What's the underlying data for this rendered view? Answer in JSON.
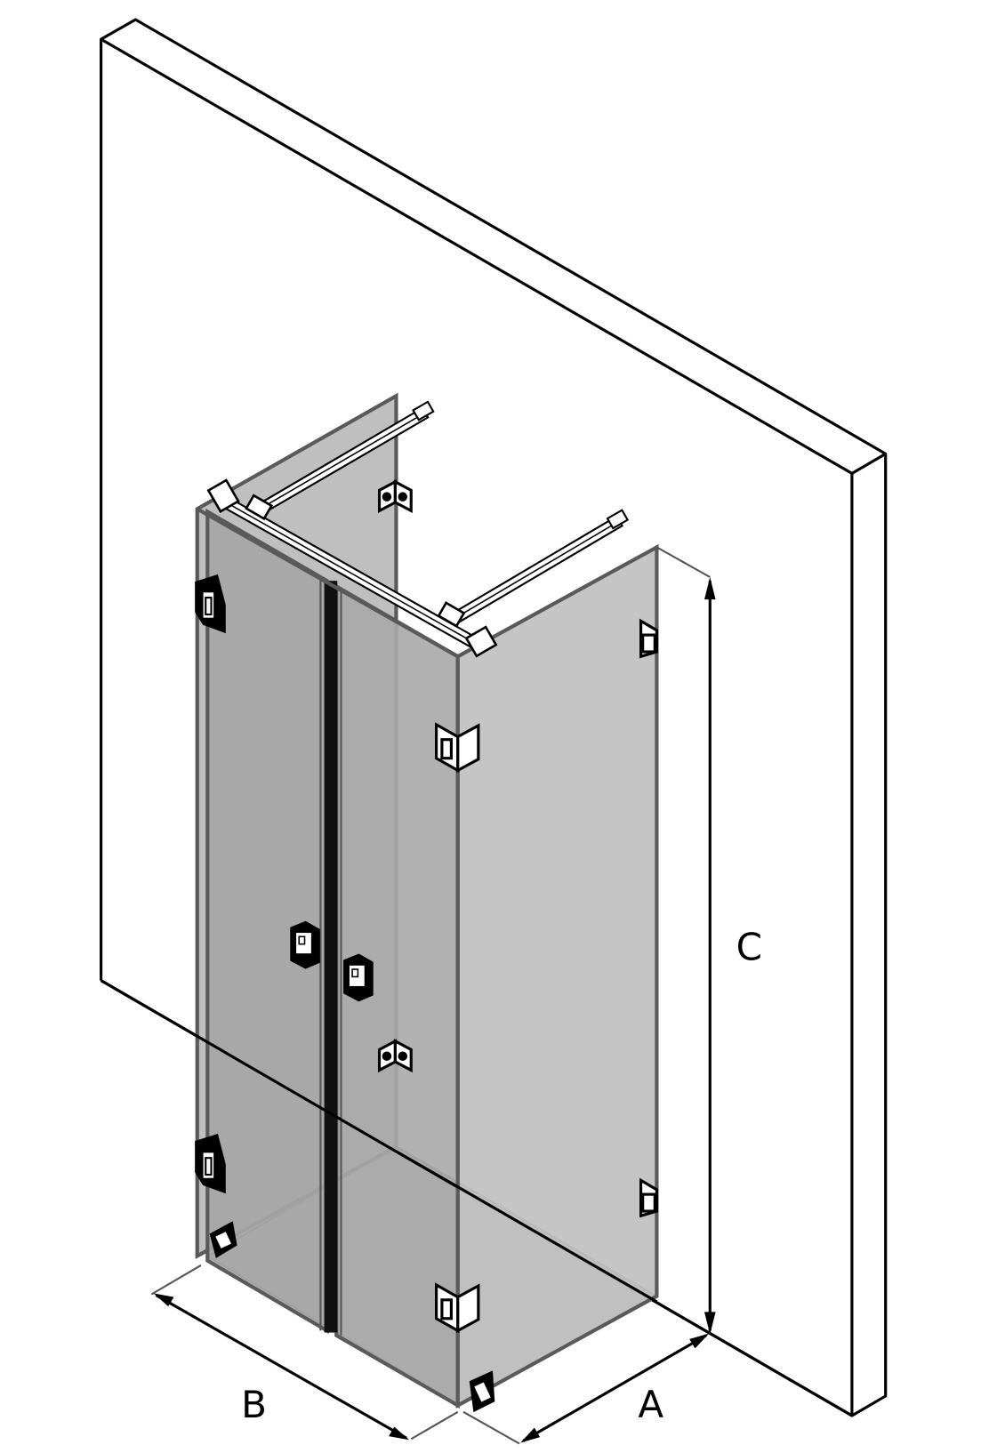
{
  "diagram": {
    "title": "Shower enclosure isometric dimension drawing",
    "colors": {
      "background": "#ffffff",
      "outline": "#000000",
      "glass_back": "#a9a9a9",
      "glass_front": "#bfbfbf",
      "glass_edge": "#5a5a5a",
      "floor": "#c4c4c4"
    },
    "dimensions": {
      "A": {
        "label": "A",
        "meaning": "depth"
      },
      "B": {
        "label": "B",
        "meaning": "width"
      },
      "C": {
        "label": "C",
        "meaning": "height"
      }
    },
    "components": [
      "wall",
      "back-glass-panel",
      "front-left-door-panel",
      "front-right-door-panel",
      "side-glass-panel",
      "stabilizer-bar-back",
      "stabilizer-bar-front",
      "connecting-bar",
      "door-hinges",
      "door-knobs",
      "wall-clamps",
      "glass-clamps"
    ]
  }
}
